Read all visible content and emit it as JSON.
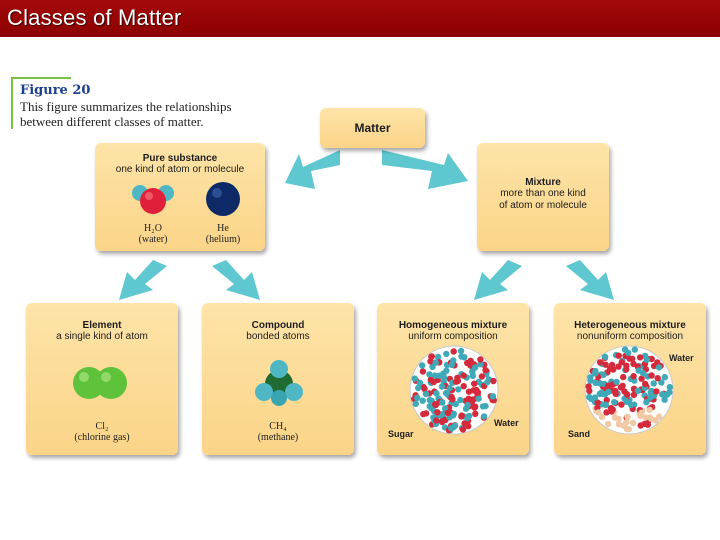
{
  "slide": {
    "title": "Classes of Matter"
  },
  "figure": {
    "label": "Figure 20",
    "caption": "This figure summarizes the relationships between different classes of matter."
  },
  "matter": {
    "title": "Matter"
  },
  "pure_substance": {
    "title": "Pure substance",
    "subtitle": "one kind of atom or molecule",
    "water_formula": "H₂O",
    "water_name": "(water)",
    "helium_formula": "He",
    "helium_name": "(helium)"
  },
  "mixture": {
    "title": "Mixture",
    "subtitle_line1": "more than one kind",
    "subtitle_line2": "of atom or molecule"
  },
  "element": {
    "title": "Element",
    "subtitle": "a single kind of atom",
    "formula": "Cl₂",
    "name": "(chlorine gas)"
  },
  "compound": {
    "title": "Compound",
    "subtitle": "bonded atoms",
    "formula": "CH₄",
    "name": "(methane)"
  },
  "homogeneous": {
    "title": "Homogeneous mixture",
    "subtitle": "uniform composition",
    "label_sugar": "Sugar",
    "label_water": "Water"
  },
  "heterogeneous": {
    "title": "Heterogeneous mixture",
    "subtitle": "nonuniform composition",
    "label_water": "Water",
    "label_sand": "Sand"
  },
  "colors": {
    "title_bar": "#8c0000",
    "box_fill": "#fbd488",
    "arrow": "#5fc7d0",
    "figure_label": "#1b3f8c"
  }
}
